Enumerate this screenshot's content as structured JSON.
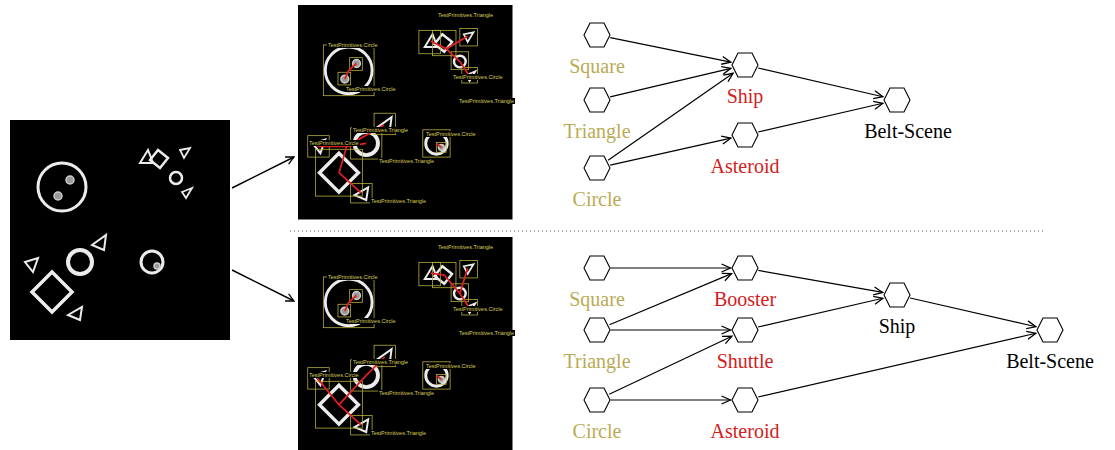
{
  "diagram": {
    "nodes": [
      {
        "text": [
          "Square"
        ]
      },
      {
        "text": [
          "Triangle"
        ]
      },
      {
        "text": [
          "Circle"
        ]
      },
      {
        "text": [
          "Ship"
        ]
      },
      {
        "text": [
          "Asteroid"
        ]
      },
      {
        "text": [
          "Belt-Scene"
        ]
      },
      {
        "text": [
          "Square"
        ]
      },
      {
        "text": [
          "Triangle"
        ]
      },
      {
        "text": [
          "Circle"
        ]
      },
      {
        "text": [
          "Booster"
        ]
      },
      {
        "text": [
          "Shuttle"
        ]
      },
      {
        "text": [
          "Asteroid"
        ]
      },
      {
        "text": [
          "Ship"
        ]
      },
      {
        "text": [
          "Belt-Scene"
        ]
      }
    ],
    "edges": [
      {
        "from": 0,
        "to": 3,
        "arrow": "to"
      },
      {
        "from": 1,
        "to": 3,
        "arrow": "to"
      },
      {
        "from": 2,
        "to": 3,
        "arrow": "to"
      },
      {
        "from": 2,
        "to": 4,
        "arrow": "to"
      },
      {
        "from": 3,
        "to": 5,
        "arrow": "to"
      },
      {
        "from": 4,
        "to": 5,
        "arrow": "to"
      },
      {
        "from": 6,
        "to": 9,
        "arrow": "to"
      },
      {
        "from": 7,
        "to": 9,
        "arrow": "to"
      },
      {
        "from": 7,
        "to": 10,
        "arrow": "to"
      },
      {
        "from": 8,
        "to": 10,
        "arrow": "to"
      },
      {
        "from": 8,
        "to": 11,
        "arrow": "to"
      },
      {
        "from": 9,
        "to": 12,
        "arrow": "to"
      },
      {
        "from": 10,
        "to": 12,
        "arrow": "to"
      },
      {
        "from": 12,
        "to": 13,
        "arrow": "to"
      },
      {
        "from": 11,
        "to": 13,
        "arrow": "to"
      }
    ],
    "labels": [
      "TestPrimitives.Circle",
      "TestPrimitives.Circle",
      "TestPrimitives.Triangle",
      "TestPrimitives.Circle",
      "TestPrimitives.Triangle",
      "TestPrimitives.Triangle",
      "TestPrimitives.Circle",
      "TestPrimitives.Circle",
      "TestPrimitives.Triangle",
      "TestPrimitives.Triangle",
      "TestPrimitives.Circle",
      "TestPrimitives.Circle",
      "TestPrimitives.Triangle",
      "TestPrimitives.Circle",
      "TestPrimitives.Triangle",
      "TestPrimitives.Triangle",
      "TestPrimitives.Circle",
      "TestPrimitives.Circle",
      "TestPrimitives.Triangle",
      "TestPrimitives.Triangle"
    ]
  }
}
